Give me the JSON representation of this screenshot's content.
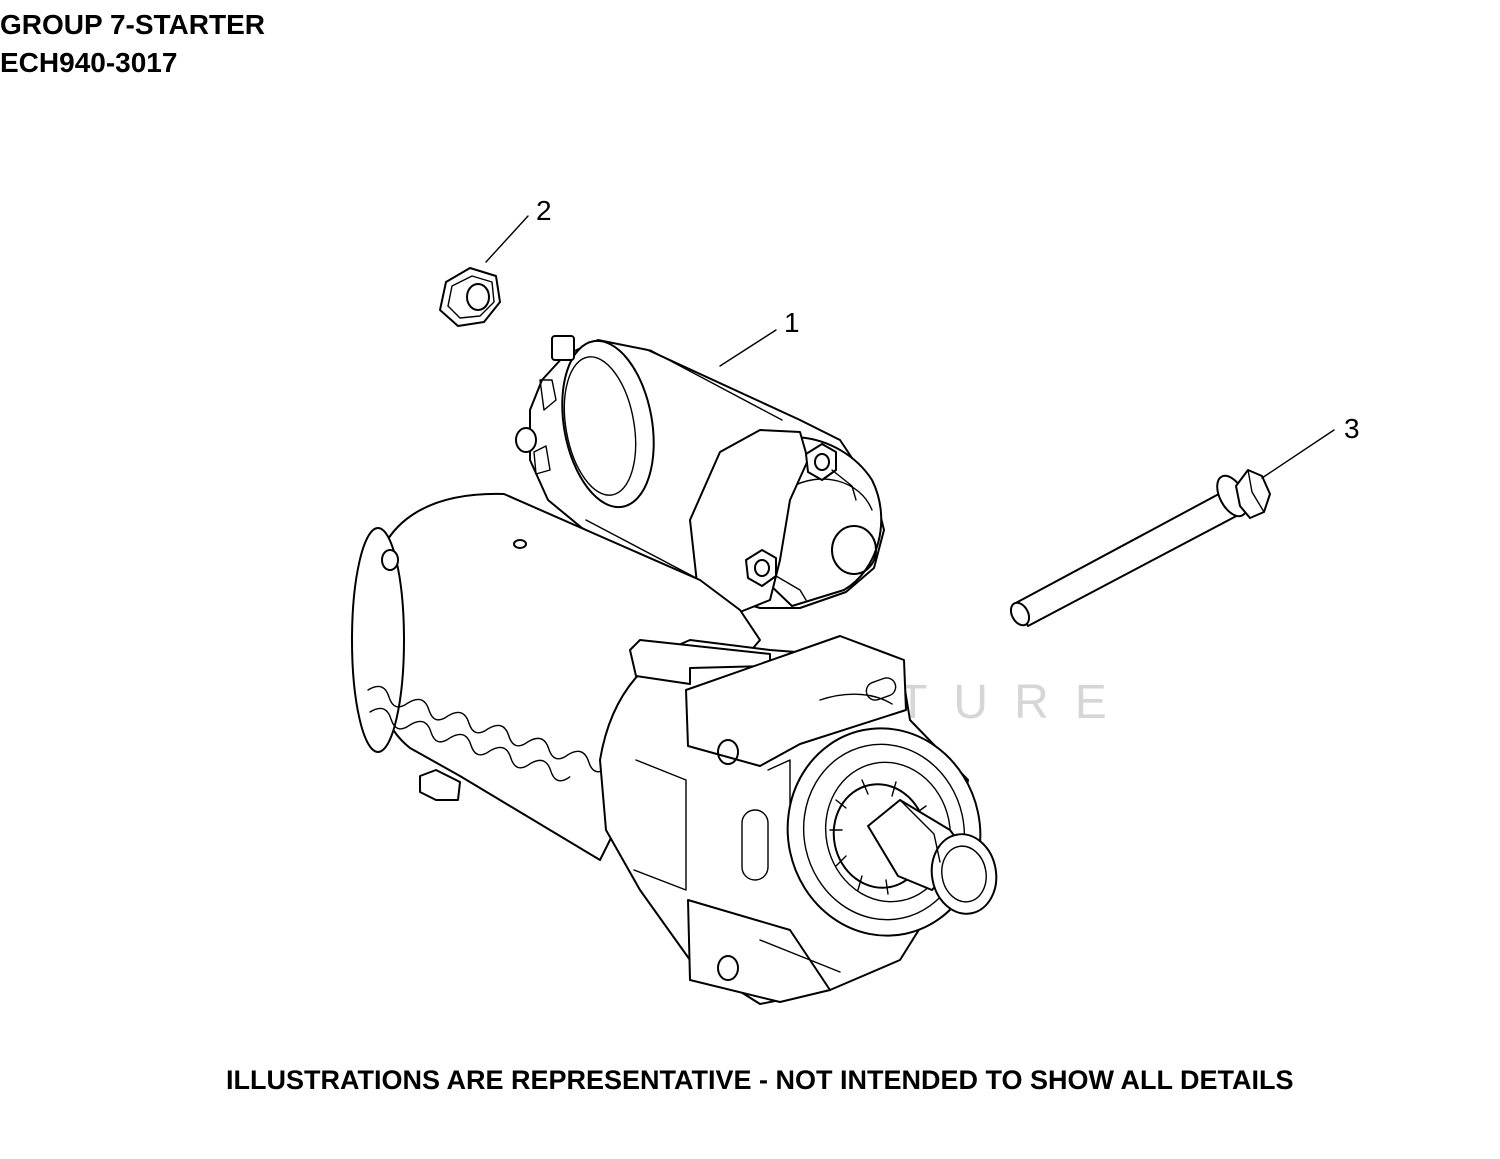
{
  "header": {
    "group_title": "GROUP 7-STARTER",
    "model_code": "ECH940-3017"
  },
  "watermark": {
    "text": "LEADVENTURE"
  },
  "callouts": [
    {
      "id": "1",
      "label": "1"
    },
    {
      "id": "2",
      "label": "2"
    },
    {
      "id": "3",
      "label": "3"
    }
  ],
  "footer": {
    "disclaimer": "ILLUSTRATIONS ARE REPRESENTATIVE - NOT INTENDED TO SHOW ALL DETAILS"
  }
}
